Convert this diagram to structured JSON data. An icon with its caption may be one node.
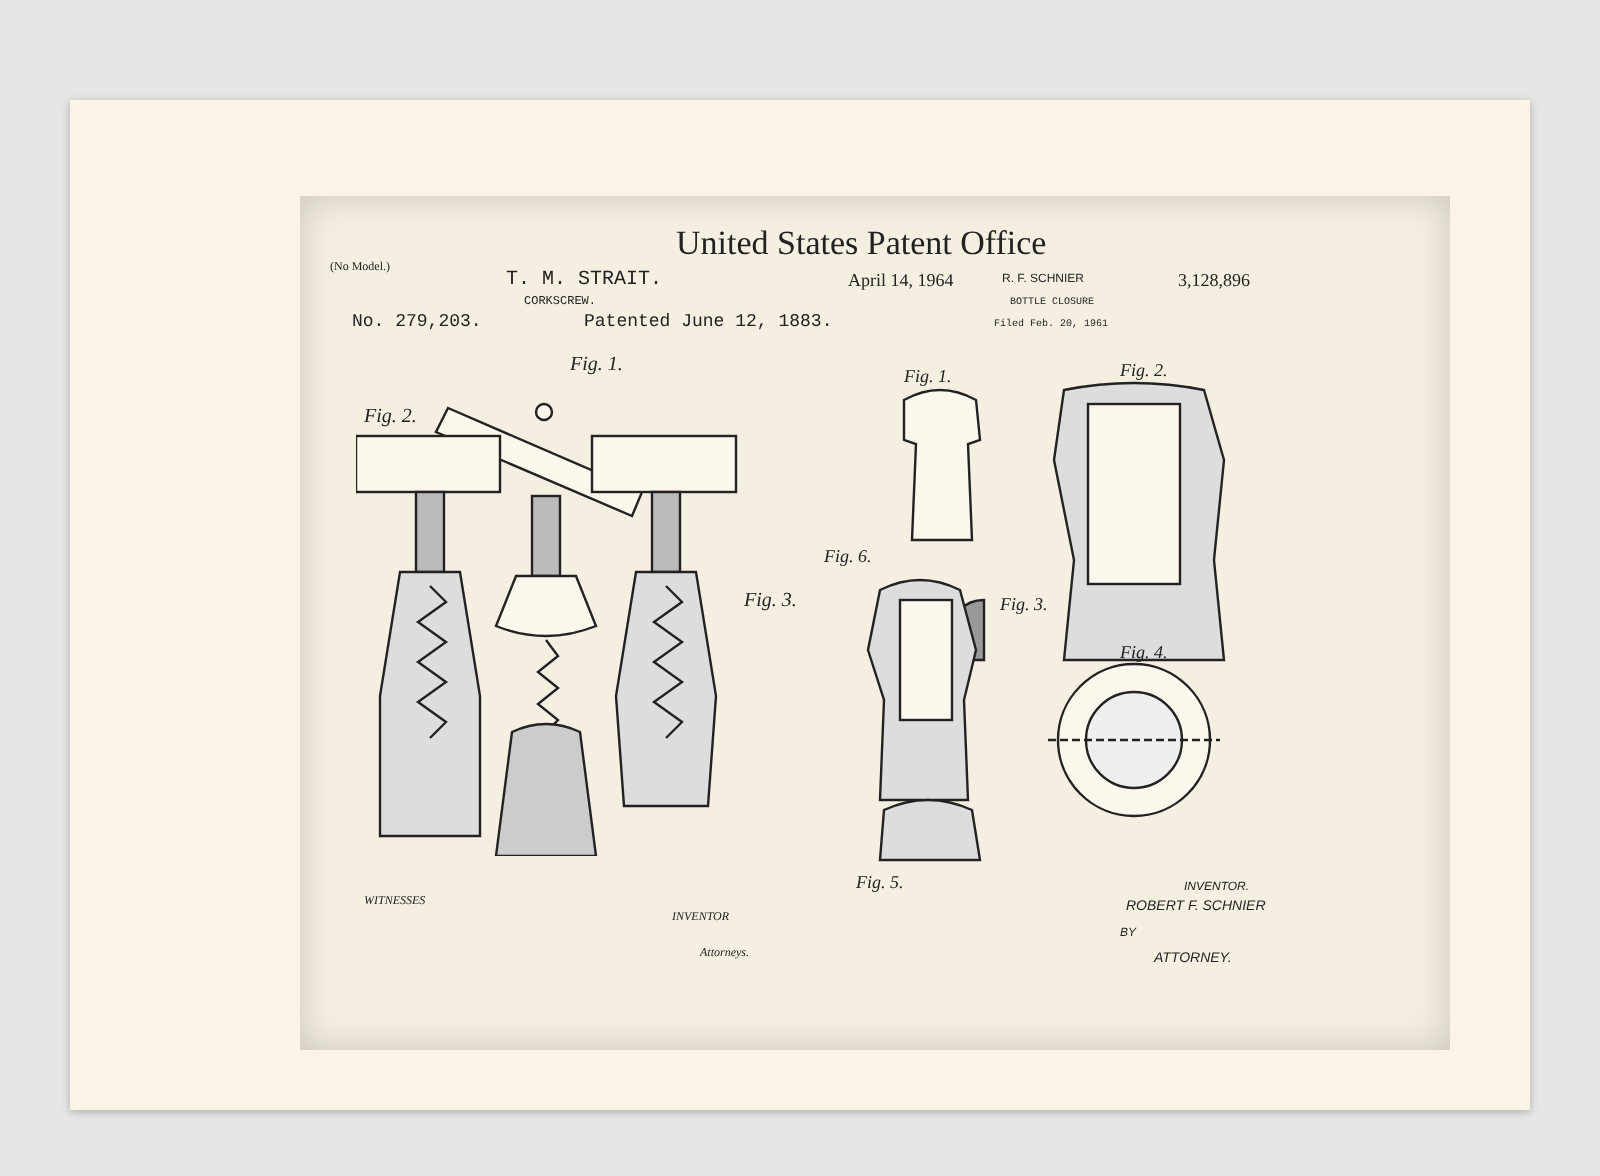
{
  "diagram": {
    "title": "United States Patent Office",
    "labels": [
      "(No Model.)",
      "T. M. STRAIT.",
      "CORKSCREW.",
      "No. 279,203.",
      "Patented June 12, 1883.",
      "Fig. 1.",
      "Fig. 2.",
      "Fig. 3.",
      "WITNESSES",
      "INVENTOR",
      "Attorneys.",
      "April 14, 1964",
      "R. F. SCHNIER",
      "BOTTLE CLOSURE",
      "Filed Feb. 20, 1961",
      "3,128,896",
      "Fig. 1.",
      "Fig. 2.",
      "Fig. 3.",
      "Fig. 6.",
      "Fig. 4.",
      "Fig. 5.",
      "INVENTOR.",
      "ROBERT F. SCHNIER",
      "BY",
      "ATTORNEY."
    ]
  }
}
